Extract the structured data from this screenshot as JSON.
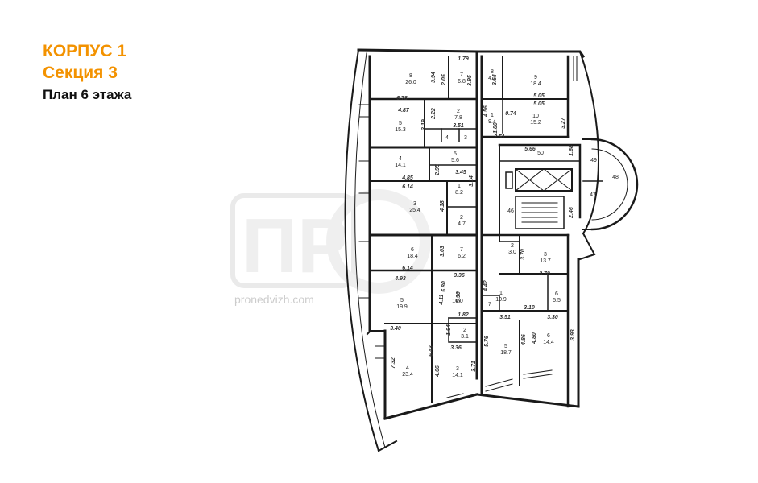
{
  "header": {
    "building": "КОРПУС 1",
    "section": "Секция 3",
    "floor_plan": "План 6 этажа"
  },
  "colors": {
    "accent": "#f39200",
    "wall": "#1a1a1a",
    "watermark": "#d9d9d9"
  },
  "watermark": {
    "letters": "ПР",
    "site": "pronedvizh.com"
  },
  "rooms": [
    {
      "id": "room-8-upper",
      "num": "8",
      "area": "26.0"
    },
    {
      "id": "room-7-upper",
      "num": "7",
      "area": "6.8"
    },
    {
      "id": "room-8-right",
      "num": "8",
      "area": "4.2"
    },
    {
      "id": "room-9-right",
      "num": "9",
      "area": "18.4"
    },
    {
      "id": "room-5-upper",
      "num": "5",
      "area": "15.3"
    },
    {
      "id": "room-2-upper",
      "num": "2",
      "area": "7.8"
    },
    {
      "id": "room-4-small",
      "num": "4",
      "area": ""
    },
    {
      "id": "room-3-small",
      "num": "3",
      "area": ""
    },
    {
      "id": "room-1-right",
      "num": "1",
      "area": "9.4"
    },
    {
      "id": "room-10-right",
      "num": "10",
      "area": "15.2"
    },
    {
      "id": "room-4-mid",
      "num": "4",
      "area": "14.1"
    },
    {
      "id": "room-5-mid",
      "num": "5",
      "area": "5.6"
    },
    {
      "id": "room-1-mid",
      "num": "1",
      "area": "8.2"
    },
    {
      "id": "room-3-big",
      "num": "3",
      "area": "25.4"
    },
    {
      "id": "room-2-mid",
      "num": "2",
      "area": "4.7"
    },
    {
      "id": "room-50",
      "num": "50",
      "area": ""
    },
    {
      "id": "room-49",
      "num": "49",
      "area": ""
    },
    {
      "id": "room-48",
      "num": "48",
      "area": ""
    },
    {
      "id": "room-47",
      "num": "47",
      "area": ""
    },
    {
      "id": "room-46",
      "num": "46",
      "area": ""
    },
    {
      "id": "room-6-lower",
      "num": "6",
      "area": "18.4"
    },
    {
      "id": "room-7-lower",
      "num": "7",
      "area": "6.2"
    },
    {
      "id": "room-2-lower",
      "num": "2",
      "area": "3.0"
    },
    {
      "id": "room-3-lower",
      "num": "3",
      "area": "13.7"
    },
    {
      "id": "room-5-lower",
      "num": "5",
      "area": "19.9"
    },
    {
      "id": "room-1-lower",
      "num": "1",
      "area": "16.0"
    },
    {
      "id": "room-1-right-lower",
      "num": "1",
      "area": "10.9"
    },
    {
      "id": "room-6-small",
      "num": "6",
      "area": "5.5"
    },
    {
      "id": "room-7-right",
      "num": "7",
      "area": ""
    },
    {
      "id": "room-2-bottom",
      "num": "2",
      "area": "3.1"
    },
    {
      "id": "room-4-bottom",
      "num": "4",
      "area": "23.4"
    },
    {
      "id": "room-3-bottom",
      "num": "3",
      "area": "14.1"
    },
    {
      "id": "room-5-bottom",
      "num": "5",
      "area": "18.7"
    },
    {
      "id": "room-6-bottom",
      "num": "6",
      "area": "14.4"
    }
  ],
  "dimensions": [
    "1.79",
    "2.05",
    "3.94",
    "3.95",
    "3.64",
    "6.78",
    "4.87",
    "3.19",
    "2.22",
    "3.51",
    "5.05",
    "5.05",
    "0.74",
    "4.56",
    "1.80",
    "3.27",
    "2.51",
    "5.66",
    "1.68",
    "2.95",
    "4.85",
    "3.45",
    "6.14",
    "3.14",
    "4.18",
    "2.46",
    "5.80",
    "3.03",
    "6.14",
    "3.70",
    "3.36",
    "4.93",
    "4.11",
    "5.90",
    "4.42",
    "3.70",
    "3.10",
    "1.82",
    "1.94",
    "3.40",
    "3.51",
    "3.30",
    "6.43",
    "3.36",
    "5.76",
    "4.86",
    "4.80",
    "3.93",
    "7.32",
    "4.66",
    "3.71"
  ]
}
